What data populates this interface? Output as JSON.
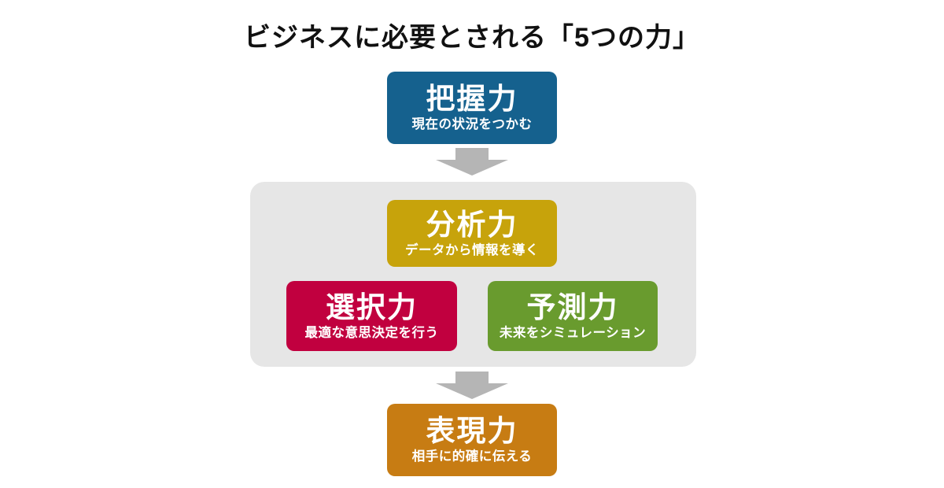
{
  "page": {
    "title": "ビジネスに必要とされる「5つの力」",
    "background_color": "#ffffff",
    "title_color": "#111111"
  },
  "diagram": {
    "group_panel_color": "#e6e6e6",
    "arrow_color": "#b5b5b5",
    "arrows": [
      {
        "direction": "down",
        "from": "把握力",
        "to": "分析力・選択力・予測力"
      },
      {
        "direction": "down",
        "from": "分析力・選択力・予測力",
        "to": "表現力"
      }
    ],
    "boxes": [
      {
        "id": "grasp",
        "label": "把握力",
        "description": "現在の状況をつかむ",
        "color": "#15618e",
        "text_color": "#ffffff"
      },
      {
        "id": "analysis",
        "label": "分析力",
        "description": "データから情報を導く",
        "color": "#c7a30b",
        "text_color": "#ffffff"
      },
      {
        "id": "selection",
        "label": "選択力",
        "description": "最適な意思決定を行う",
        "color": "#c1003f",
        "text_color": "#ffffff"
      },
      {
        "id": "prediction",
        "label": "予測力",
        "description": "未来をシミュレーション",
        "color": "#699b2e",
        "text_color": "#ffffff"
      },
      {
        "id": "expression",
        "label": "表現力",
        "description": "相手に的確に伝える",
        "color": "#c77c13",
        "text_color": "#ffffff"
      }
    ]
  }
}
